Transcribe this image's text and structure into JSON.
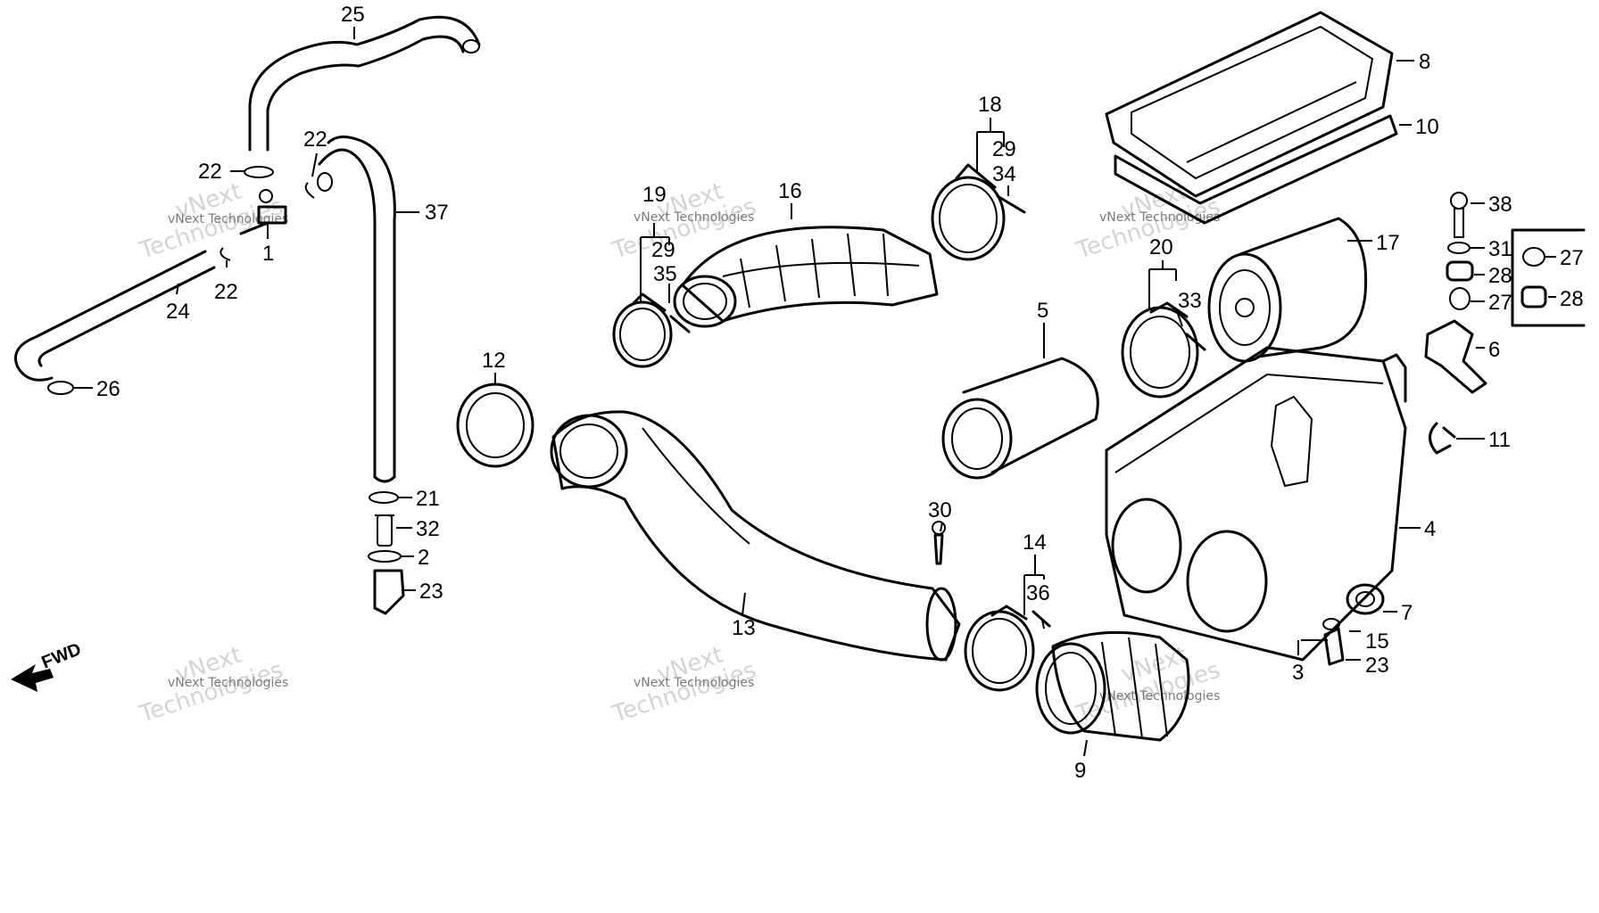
{
  "fwd_label": "FWD",
  "watermark": {
    "small": "vNext Technologies",
    "big_top": "vNext",
    "big_bottom": "Technologies"
  },
  "callouts": [
    {
      "id": "c25",
      "text": "25"
    },
    {
      "id": "c22a",
      "text": "22"
    },
    {
      "id": "c22b",
      "text": "22"
    },
    {
      "id": "c22c",
      "text": "22"
    },
    {
      "id": "c1",
      "text": "1"
    },
    {
      "id": "c37",
      "text": "37"
    },
    {
      "id": "c24",
      "text": "24"
    },
    {
      "id": "c26",
      "text": "26"
    },
    {
      "id": "c21",
      "text": "21"
    },
    {
      "id": "c32",
      "text": "32"
    },
    {
      "id": "c2",
      "text": "2"
    },
    {
      "id": "c23a",
      "text": "23"
    },
    {
      "id": "c19",
      "text": "19"
    },
    {
      "id": "c29a",
      "text": "29"
    },
    {
      "id": "c35",
      "text": "35"
    },
    {
      "id": "c16",
      "text": "16"
    },
    {
      "id": "c18",
      "text": "18"
    },
    {
      "id": "c29b",
      "text": "29"
    },
    {
      "id": "c34",
      "text": "34"
    },
    {
      "id": "c12",
      "text": "12"
    },
    {
      "id": "c13",
      "text": "13"
    },
    {
      "id": "c5",
      "text": "5"
    },
    {
      "id": "c30",
      "text": "30"
    },
    {
      "id": "c14",
      "text": "14"
    },
    {
      "id": "c36",
      "text": "36"
    },
    {
      "id": "c9",
      "text": "9"
    },
    {
      "id": "c8",
      "text": "8"
    },
    {
      "id": "c10",
      "text": "10"
    },
    {
      "id": "c20",
      "text": "20"
    },
    {
      "id": "c33",
      "text": "33"
    },
    {
      "id": "c17",
      "text": "17"
    },
    {
      "id": "c38",
      "text": "38"
    },
    {
      "id": "c31",
      "text": "31"
    },
    {
      "id": "c28a",
      "text": "28"
    },
    {
      "id": "c27a",
      "text": "27"
    },
    {
      "id": "c27b",
      "text": "27"
    },
    {
      "id": "c28b",
      "text": "28"
    },
    {
      "id": "c6",
      "text": "6"
    },
    {
      "id": "c11",
      "text": "11"
    },
    {
      "id": "c4",
      "text": "4"
    },
    {
      "id": "c7",
      "text": "7"
    },
    {
      "id": "c15",
      "text": "15"
    },
    {
      "id": "c3",
      "text": "3"
    },
    {
      "id": "c23b",
      "text": "23"
    }
  ]
}
